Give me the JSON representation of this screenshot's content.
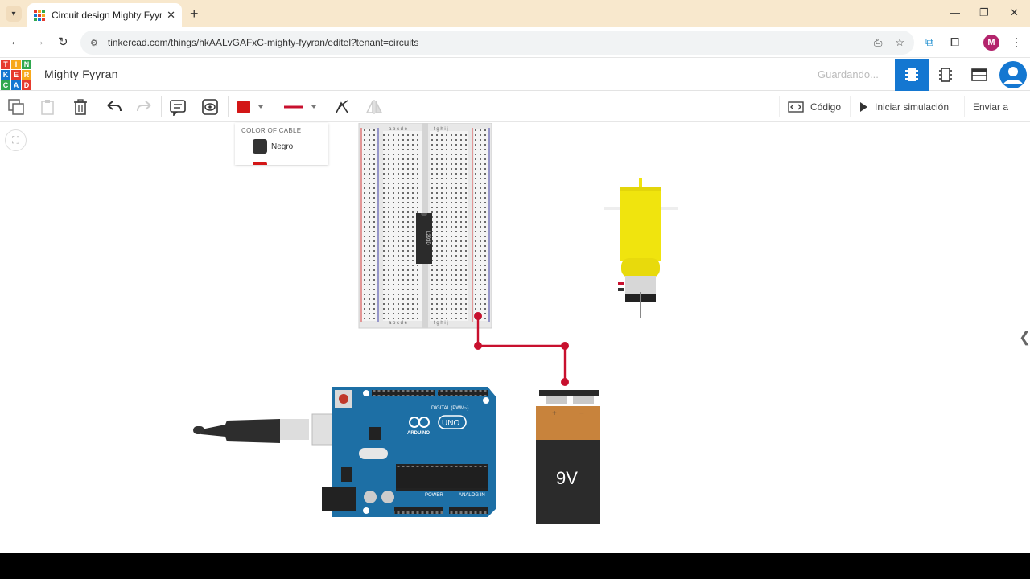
{
  "browser": {
    "tab_title": "Circuit design Mighty Fyyran - T",
    "url": "tinkercad.com/things/hkAALvGAFxC-mighty-fyyran/editel?tenant=circuits",
    "profile_initial": "M"
  },
  "header": {
    "logo_letters": [
      "T",
      "I",
      "N",
      "K",
      "E",
      "R",
      "C",
      "A",
      "D"
    ],
    "design_name": "Mighty Fyyran",
    "saving_status": "Guardando..."
  },
  "toolbar": {
    "code_label": "Código",
    "simulate_label": "Iniciar simulación",
    "send_label": "Enviar a",
    "wire_color": "#d31616"
  },
  "cable_panel": {
    "title": "COLOR OF CABLE",
    "option_label": "Negro"
  },
  "components": {
    "chip_label": "L293D",
    "battery_label": "9V",
    "battery_plus": "+",
    "battery_minus": "−",
    "arduino_brand": "ARDUINO",
    "arduino_model": "UNO",
    "arduino_digital": "DIGITAL (PWM~)",
    "arduino_power": "POWER",
    "arduino_analog": "ANALOG IN",
    "breadboard_cols_left": "a b c d e",
    "breadboard_cols_right": "f g h i j"
  },
  "colors": {
    "tinkercad_blue": "#1477d1",
    "wire_red": "#c8102e",
    "arduino_teal": "#1d6fa5",
    "motor_yellow": "#f0e40e"
  }
}
